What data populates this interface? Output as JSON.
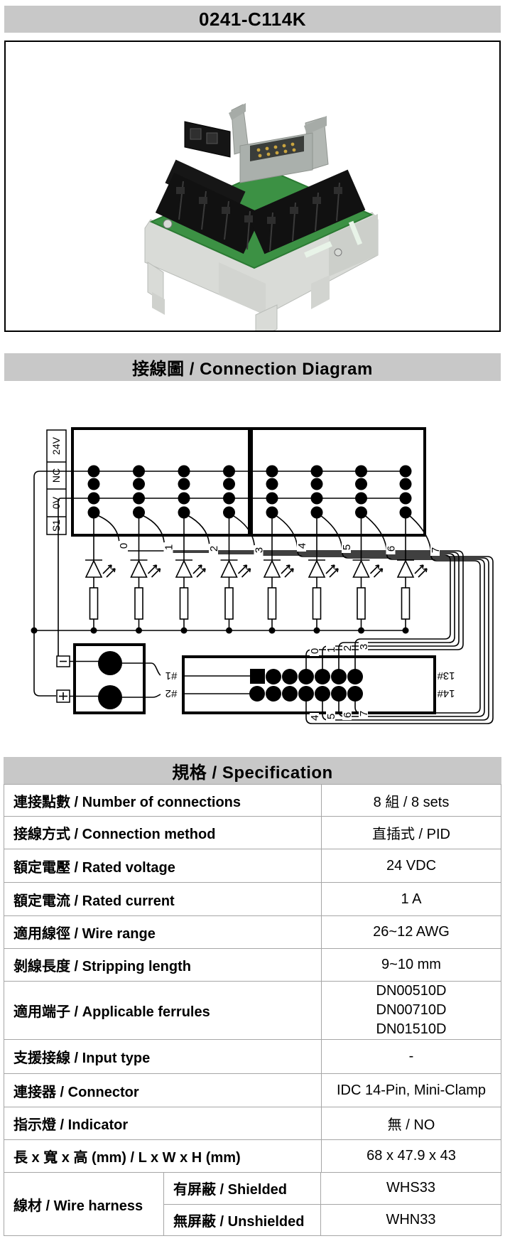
{
  "page": {
    "title": "0241-C114K"
  },
  "sections": {
    "diagram_header": "接線圖 / Connection Diagram",
    "spec_header": "規格 / Specification"
  },
  "diagram": {
    "rail_labels": [
      "24V",
      "NC",
      "0V",
      "S1"
    ],
    "channels": [
      "0",
      "1",
      "2",
      "3",
      "4",
      "5",
      "6",
      "7"
    ],
    "pin_labels": {
      "p1": "#1",
      "p2": "#2",
      "p13": "13#",
      "p14": "14#"
    },
    "polarity": {
      "minus": "−",
      "plus": "+"
    }
  },
  "spec_table": {
    "rows": [
      {
        "label": "連接點數 / Number of connections",
        "value": "8 組 / 8 sets"
      },
      {
        "label": "接線方式 / Connection method",
        "value": "直插式 / PID"
      },
      {
        "label": "額定電壓 / Rated voltage",
        "value": "24 VDC"
      },
      {
        "label": "額定電流 / Rated current",
        "value": "1 A"
      },
      {
        "label": "適用線徑 / Wire range",
        "value": "26~12 AWG"
      },
      {
        "label": "剝線長度 / Stripping length",
        "value": "9~10 mm"
      },
      {
        "label": "適用端子 / Applicable ferrules",
        "value": ""
      },
      {
        "label": "支援接線 / Input type",
        "value": "-"
      },
      {
        "label": "連接器 / Connector",
        "value": "IDC 14-Pin, Mini-Clamp"
      },
      {
        "label": "指示燈 / Indicator",
        "value": "無 / NO"
      },
      {
        "label": "長 x 寬 x 高 (mm) / L x W x H (mm)",
        "value": "68 x 47.9 x 43"
      }
    ],
    "ferrule_values": [
      "DN00510D",
      "DN00710D",
      "DN01510D"
    ],
    "harness": {
      "label": "線材 / Wire harness",
      "sub_rows": [
        {
          "label": "有屏蔽 / Shielded",
          "value": "WHS33"
        },
        {
          "label": "無屏蔽 / Unshielded",
          "value": "WHN33"
        }
      ]
    }
  }
}
